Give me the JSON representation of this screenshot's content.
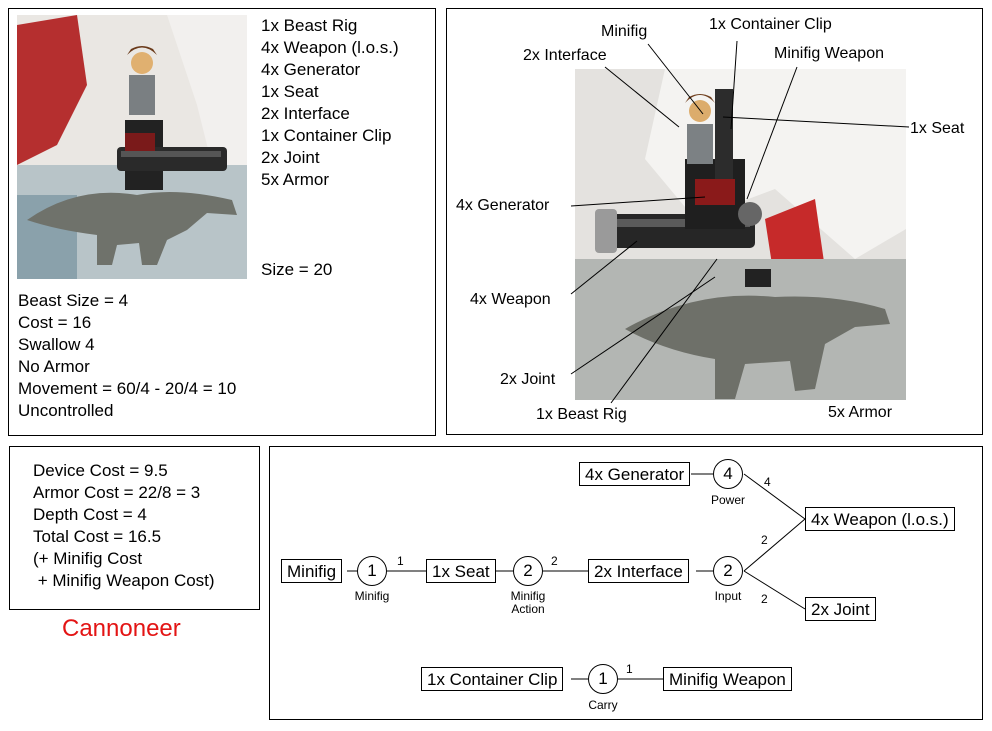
{
  "parts_panel": {
    "parts_list": [
      "1x Beast Rig",
      "4x Weapon (l.o.s.)",
      "4x Generator",
      "1x Seat",
      "2x Interface",
      "1x Container Clip",
      "2x Joint",
      "5x Armor"
    ],
    "size": "Size = 20",
    "stats": [
      "Beast Size = 4",
      "Cost = 16",
      "Swallow 4",
      "No Armor",
      "Movement = 60/4 - 20/4 = 10",
      "Uncontrolled"
    ]
  },
  "labeled_photo": {
    "labels": {
      "minifig": "Minifig",
      "container_clip": "1x Container Clip",
      "interface": "2x Interface",
      "minifig_weapon": "Minifig Weapon",
      "seat": "1x Seat",
      "generator": "4x Generator",
      "weapon": "4x Weapon",
      "joint": "2x Joint",
      "beast_rig": "1x Beast Rig",
      "armor": "5x Armor"
    }
  },
  "cost_panel": {
    "lines": [
      "Device Cost = 9.5",
      "Armor Cost = 22/8 = 3",
      "Depth Cost = 4",
      "Total Cost = 16.5",
      "(+ Minifig Cost",
      " + Minifig Weapon Cost)"
    ]
  },
  "name": {
    "text": "Cannoneer",
    "color": "#e31414"
  },
  "flow": {
    "boxes": {
      "minifig": "Minifig",
      "seat": "1x Seat",
      "interface": "2x Interface",
      "generator": "4x Generator",
      "weapon": "4x Weapon (l.o.s.)",
      "joint": "2x Joint",
      "container_clip": "1x Container Clip",
      "minifig_weapon": "Minifig Weapon"
    },
    "nodes": {
      "minifig": {
        "value": "1",
        "label": "Minifig"
      },
      "action": {
        "value": "2",
        "label": "Minifig Action"
      },
      "input": {
        "value": "2",
        "label": "Input"
      },
      "power": {
        "value": "4",
        "label": "Power"
      },
      "carry": {
        "value": "1",
        "label": "Carry"
      }
    },
    "edge_numbers": {
      "minifig_seat": "1",
      "action_interface": "2",
      "power_weapon": "4",
      "input_weapon": "2",
      "input_joint": "2",
      "carry_weapon": "1"
    }
  }
}
